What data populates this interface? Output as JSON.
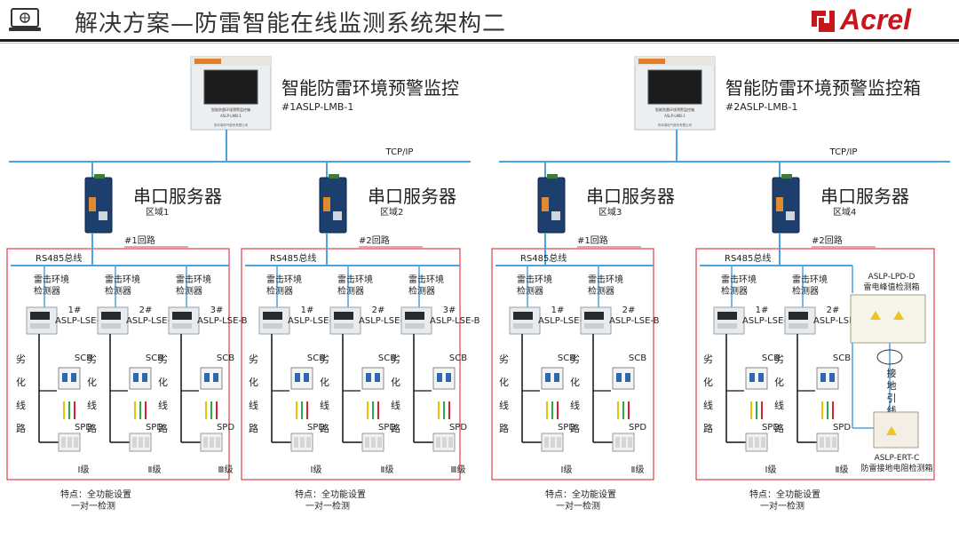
{
  "header": {
    "title": "解决方案—防雷智能在线监测系统架构二",
    "logo_text": "Acrel"
  },
  "monitors": [
    {
      "name": "智能防雷环境预警监控",
      "model": "#1ASLP-LMB-1",
      "screen_label": "智能防雷环境预警监控箱",
      "screen_model": "ASLP-LMB-1",
      "screen_footer": "安科瑞电气股份有限公司"
    },
    {
      "name": "智能防雷环境预警监控箱",
      "model": "#2ASLP-LMB-1",
      "screen_label": "智能防雷环境预警监控箱",
      "screen_model": "ASLP-LMB-1",
      "screen_footer": "安科瑞电气股份有限公司"
    }
  ],
  "tcp_label": "TCP/IP",
  "servers": [
    {
      "title": "串口服务器",
      "area": "区域1",
      "loop": "#1回路"
    },
    {
      "title": "串口服务器",
      "area": "区域2",
      "loop": "#2回路"
    },
    {
      "title": "串口服务器",
      "area": "区域3",
      "loop": "#1回路"
    },
    {
      "title": "串口服务器",
      "area": "区域4",
      "loop": "#2回路"
    }
  ],
  "bus_label": "RS485总线",
  "detector_label": [
    "雷击环境",
    "检测器"
  ],
  "detector_ids": [
    "1#",
    "2#",
    "3#"
  ],
  "detector_model": "ASLP-LSE-B",
  "line_label": [
    "劣",
    "化",
    "线",
    "路"
  ],
  "scb_label": "SCB",
  "spd_label": "SPD",
  "levels": [
    "Ⅰ级",
    "Ⅱ级",
    "Ⅲ级"
  ],
  "feature": [
    "特点：全功能设置",
    "一对一检测"
  ],
  "lpd": {
    "model": "ASLP-LPD-D",
    "name": "雷电峰值检测箱"
  },
  "ert": {
    "model": "ASLP-ERT-C",
    "name": "防雷接地电阻检测箱"
  },
  "ground_label": [
    "接",
    "地",
    "引",
    "线"
  ],
  "colors": {
    "bus": "#4aa3df",
    "frame": "#e0404a",
    "title": "#333333",
    "logo": "#c8161d",
    "server": "#1c3f6e"
  }
}
